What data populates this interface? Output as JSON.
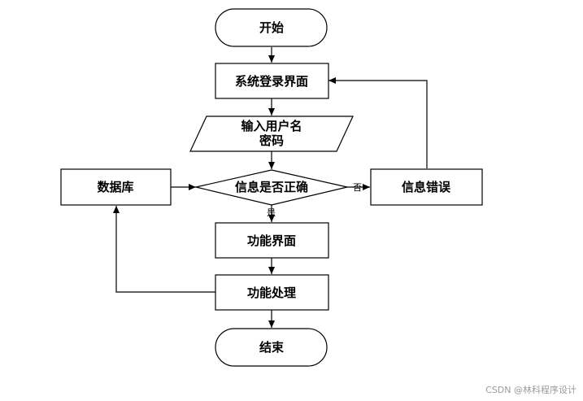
{
  "nodes": {
    "start": "开始",
    "login": "系统登录界面",
    "input_line1": "输入用户名",
    "input_line2": "密码",
    "check": "信息是否正确",
    "database": "数据库",
    "error": "信息错误",
    "function_ui": "功能界面",
    "process": "功能处理",
    "end": "结束"
  },
  "edge_labels": {
    "no": "否",
    "yes": "是"
  },
  "watermark": "CSDN @林科程序设计"
}
